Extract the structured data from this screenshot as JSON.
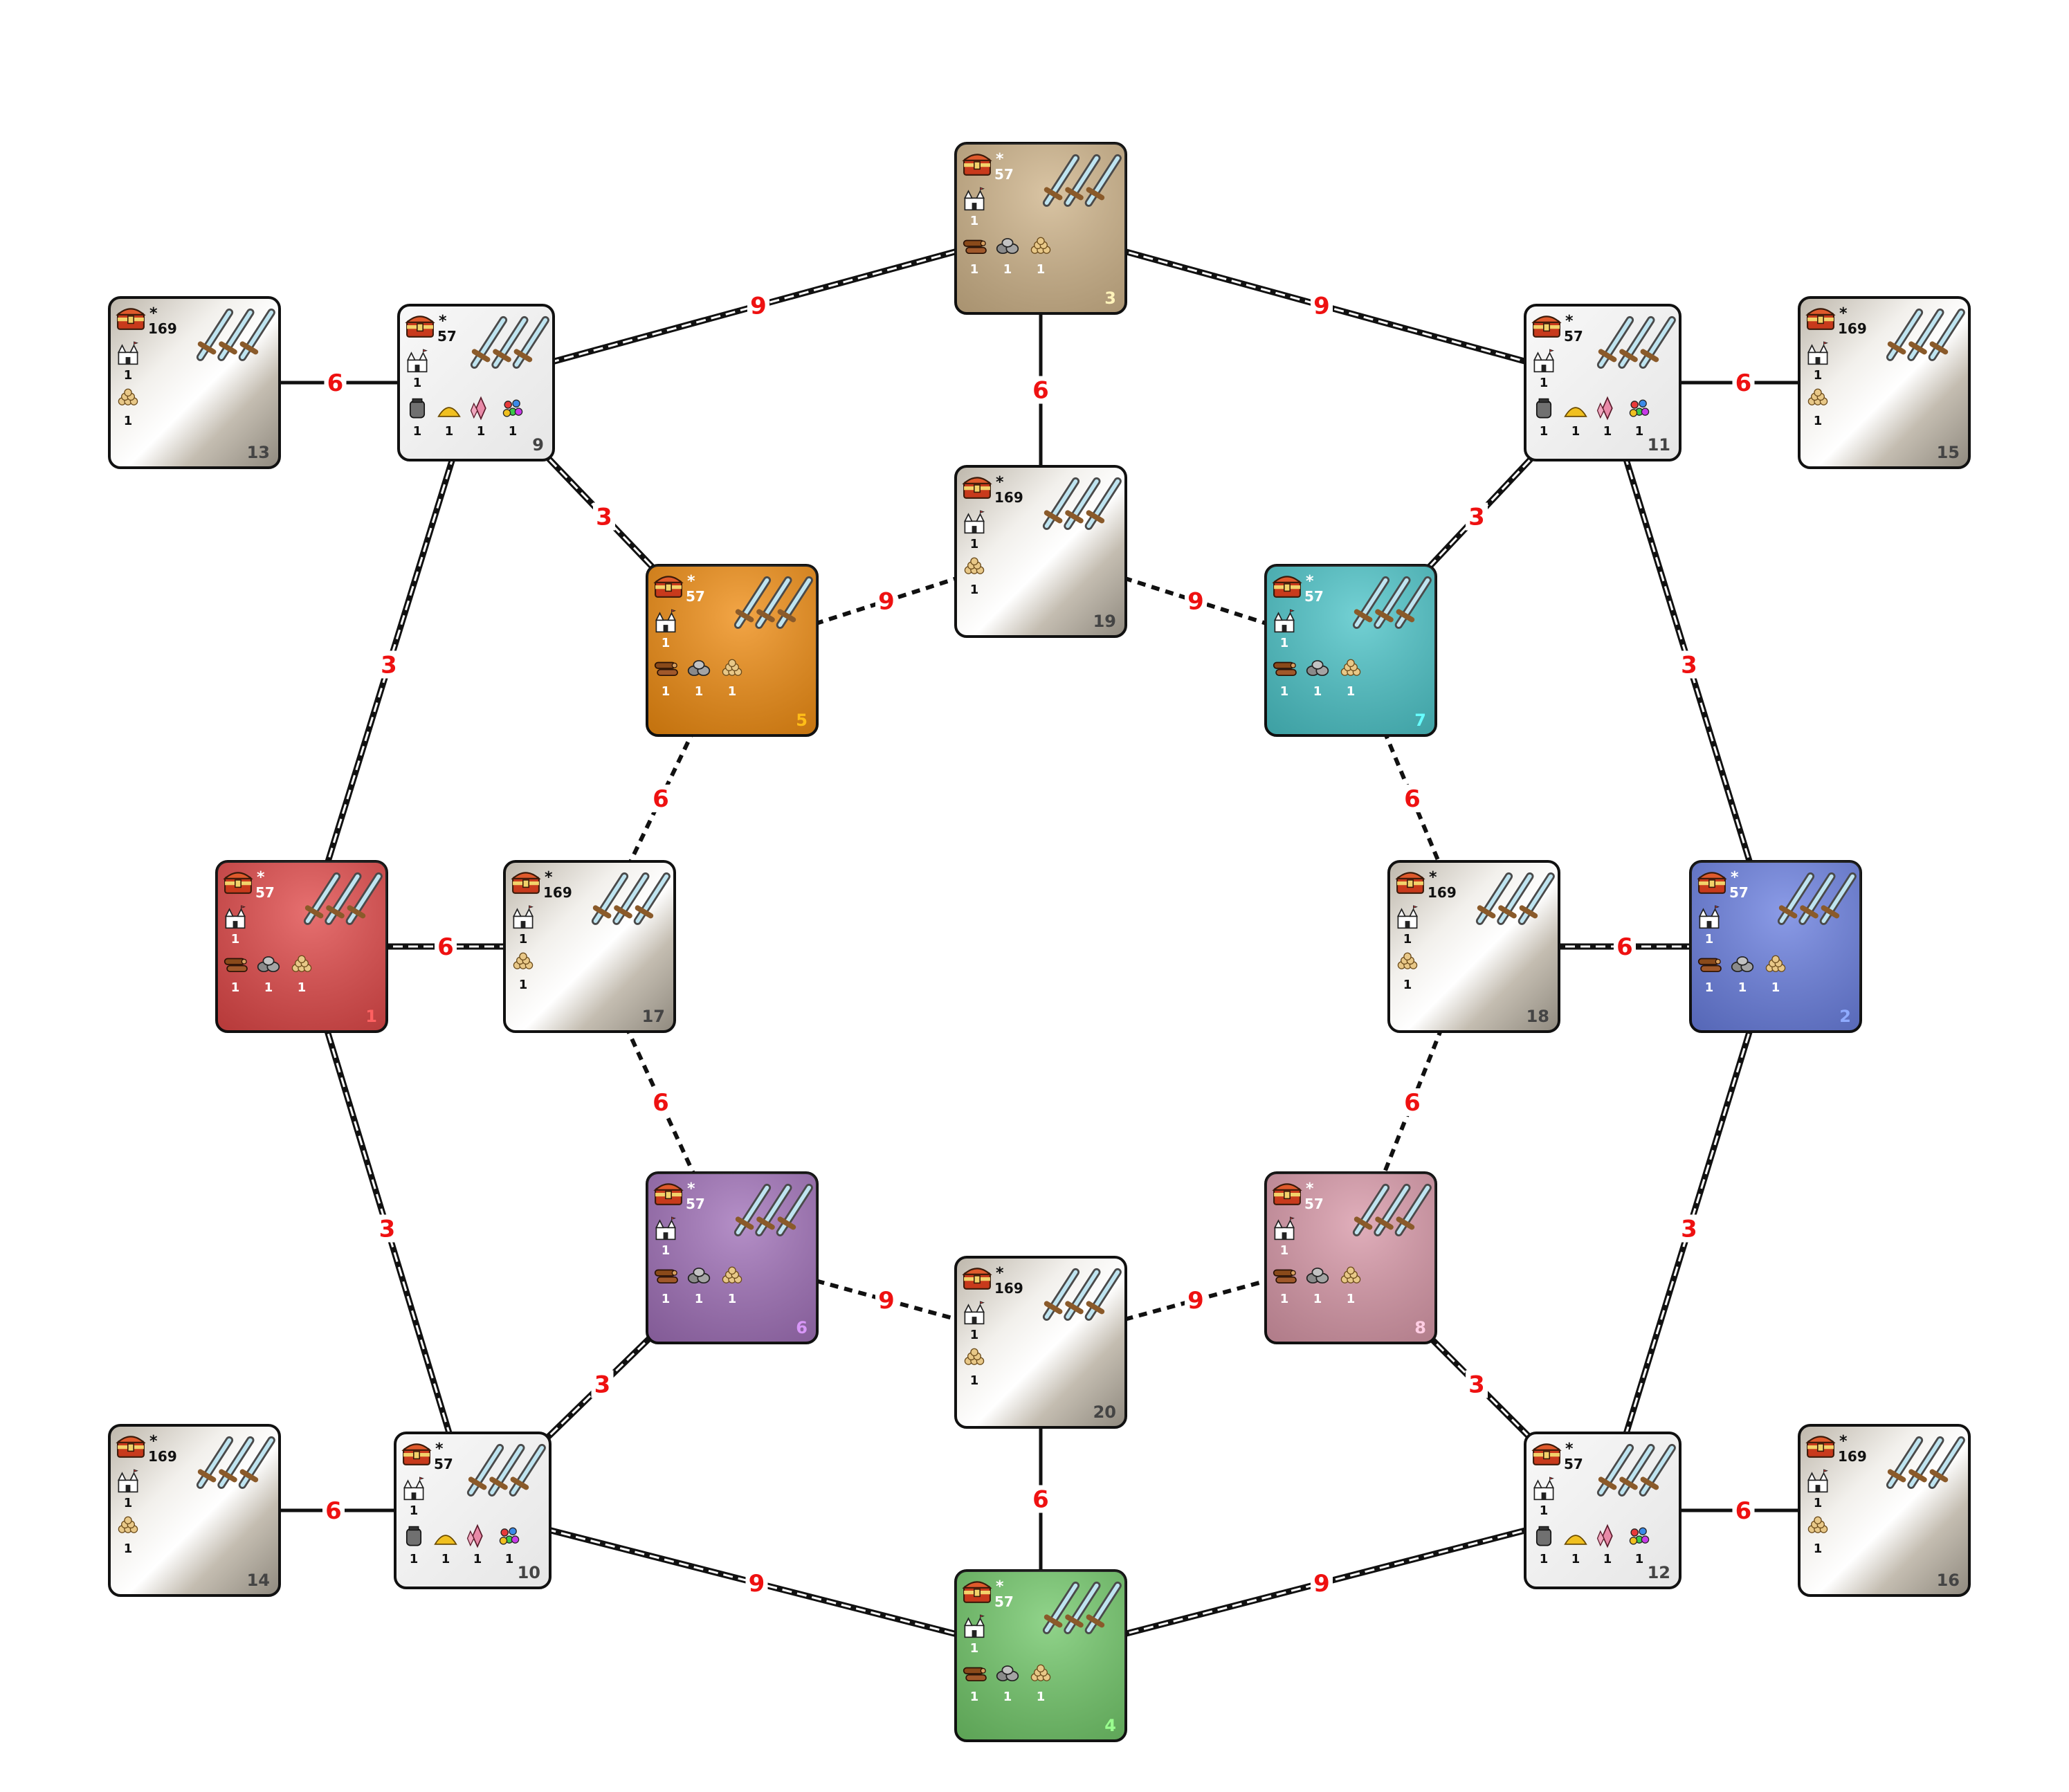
{
  "map": {
    "zone_types": {
      "start": {
        "chest": "57",
        "extras": [
          {
            "icon": "castle-icon",
            "count": "1"
          },
          {
            "icon": "wood-icon",
            "count": "1"
          },
          {
            "icon": "ore-icon",
            "count": "1"
          },
          {
            "icon": "gold-pile-icon",
            "count": "1"
          }
        ]
      },
      "rich": {
        "chest": "57",
        "extras": [
          {
            "icon": "town-icon",
            "count": "1"
          },
          {
            "icon": "mercury-icon",
            "count": "1"
          },
          {
            "icon": "sulfur-icon",
            "count": "1"
          },
          {
            "icon": "crystal-icon",
            "count": "1"
          },
          {
            "icon": "gems-icon",
            "count": "1"
          }
        ]
      },
      "treasure": {
        "chest": "169",
        "extras": [
          {
            "icon": "town-icon",
            "count": "1"
          },
          {
            "icon": "gold-pile-icon",
            "count": "1"
          }
        ]
      }
    },
    "zones": [
      {
        "id": "1",
        "kind": "start",
        "color": "#e04848"
      },
      {
        "id": "2",
        "kind": "start",
        "color": "#6a7fe0"
      },
      {
        "id": "3",
        "kind": "start",
        "color": "#cfb48a"
      },
      {
        "id": "4",
        "kind": "start",
        "color": "#72c86a"
      },
      {
        "id": "5",
        "kind": "start",
        "color": "#ef8c12"
      },
      {
        "id": "6",
        "kind": "start",
        "color": "#a070b8"
      },
      {
        "id": "7",
        "kind": "start",
        "color": "#4cc4c8"
      },
      {
        "id": "8",
        "kind": "start",
        "color": "#d898a8"
      },
      {
        "id": "9",
        "kind": "rich",
        "color": "#f4f4f4"
      },
      {
        "id": "10",
        "kind": "rich",
        "color": "#f4f4f4"
      },
      {
        "id": "11",
        "kind": "rich",
        "color": "#f4f4f4"
      },
      {
        "id": "12",
        "kind": "rich",
        "color": "#f4f4f4"
      },
      {
        "id": "13",
        "kind": "treasure",
        "color": "#c9c3b8"
      },
      {
        "id": "14",
        "kind": "treasure",
        "color": "#c9c3b8"
      },
      {
        "id": "15",
        "kind": "treasure",
        "color": "#c9c3b8"
      },
      {
        "id": "16",
        "kind": "treasure",
        "color": "#c9c3b8"
      },
      {
        "id": "17",
        "kind": "treasure",
        "color": "#c9c3b8"
      },
      {
        "id": "18",
        "kind": "treasure",
        "color": "#c9c3b8"
      },
      {
        "id": "19",
        "kind": "treasure",
        "color": "#c9c3b8"
      },
      {
        "id": "20",
        "kind": "treasure",
        "color": "#c9c3b8"
      }
    ],
    "connections": [
      {
        "from": "13",
        "to": "9",
        "value": "6",
        "style": "solid"
      },
      {
        "from": "9",
        "to": "3",
        "value": "9",
        "style": "double"
      },
      {
        "from": "3",
        "to": "11",
        "value": "9",
        "style": "double"
      },
      {
        "from": "11",
        "to": "15",
        "value": "6",
        "style": "solid"
      },
      {
        "from": "3",
        "to": "19",
        "value": "6",
        "style": "solid"
      },
      {
        "from": "9",
        "to": "5",
        "value": "3",
        "style": "double"
      },
      {
        "from": "11",
        "to": "7",
        "value": "3",
        "style": "double"
      },
      {
        "from": "9",
        "to": "1",
        "value": "3",
        "style": "double"
      },
      {
        "from": "11",
        "to": "2",
        "value": "3",
        "style": "double"
      },
      {
        "from": "5",
        "to": "19",
        "value": "9",
        "style": "dashed"
      },
      {
        "from": "19",
        "to": "7",
        "value": "9",
        "style": "dashed"
      },
      {
        "from": "5",
        "to": "17",
        "value": "6",
        "style": "dashed"
      },
      {
        "from": "7",
        "to": "18",
        "value": "6",
        "style": "dashed"
      },
      {
        "from": "1",
        "to": "17",
        "value": "6",
        "style": "double"
      },
      {
        "from": "18",
        "to": "2",
        "value": "6",
        "style": "double"
      },
      {
        "from": "17",
        "to": "6",
        "value": "6",
        "style": "dashed"
      },
      {
        "from": "18",
        "to": "8",
        "value": "6",
        "style": "dashed"
      },
      {
        "from": "1",
        "to": "10",
        "value": "3",
        "style": "double"
      },
      {
        "from": "2",
        "to": "12",
        "value": "3",
        "style": "double"
      },
      {
        "from": "6",
        "to": "20",
        "value": "9",
        "style": "dashed"
      },
      {
        "from": "20",
        "to": "8",
        "value": "9",
        "style": "dashed"
      },
      {
        "from": "6",
        "to": "10",
        "value": "3",
        "style": "double"
      },
      {
        "from": "8",
        "to": "12",
        "value": "3",
        "style": "double"
      },
      {
        "from": "20",
        "to": "4",
        "value": "6",
        "style": "solid"
      },
      {
        "from": "14",
        "to": "10",
        "value": "6",
        "style": "solid"
      },
      {
        "from": "10",
        "to": "4",
        "value": "9",
        "style": "double"
      },
      {
        "from": "4",
        "to": "12",
        "value": "9",
        "style": "double"
      },
      {
        "from": "12",
        "to": "16",
        "value": "6",
        "style": "solid"
      }
    ]
  }
}
